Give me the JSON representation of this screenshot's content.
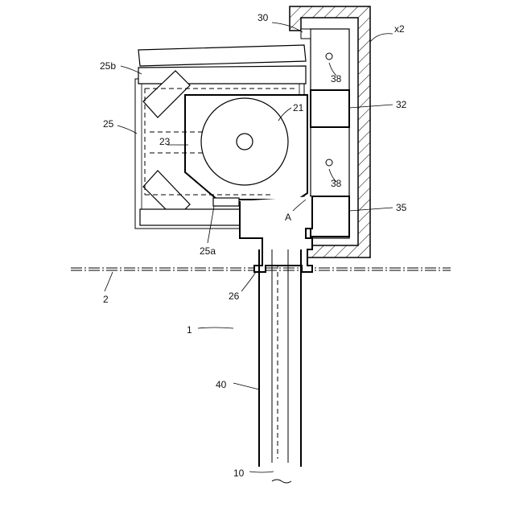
{
  "labels": {
    "l30": "30",
    "lx2": "x2",
    "l25b": "25b",
    "l38a": "38",
    "l21": "21",
    "l32": "32",
    "l25": "25",
    "l23": "23",
    "l38b": "38",
    "lA": "A",
    "l35": "35",
    "l25a": "25a",
    "l2": "2",
    "l26": "26",
    "l1": "1",
    "l40": "40",
    "l10": "10"
  }
}
